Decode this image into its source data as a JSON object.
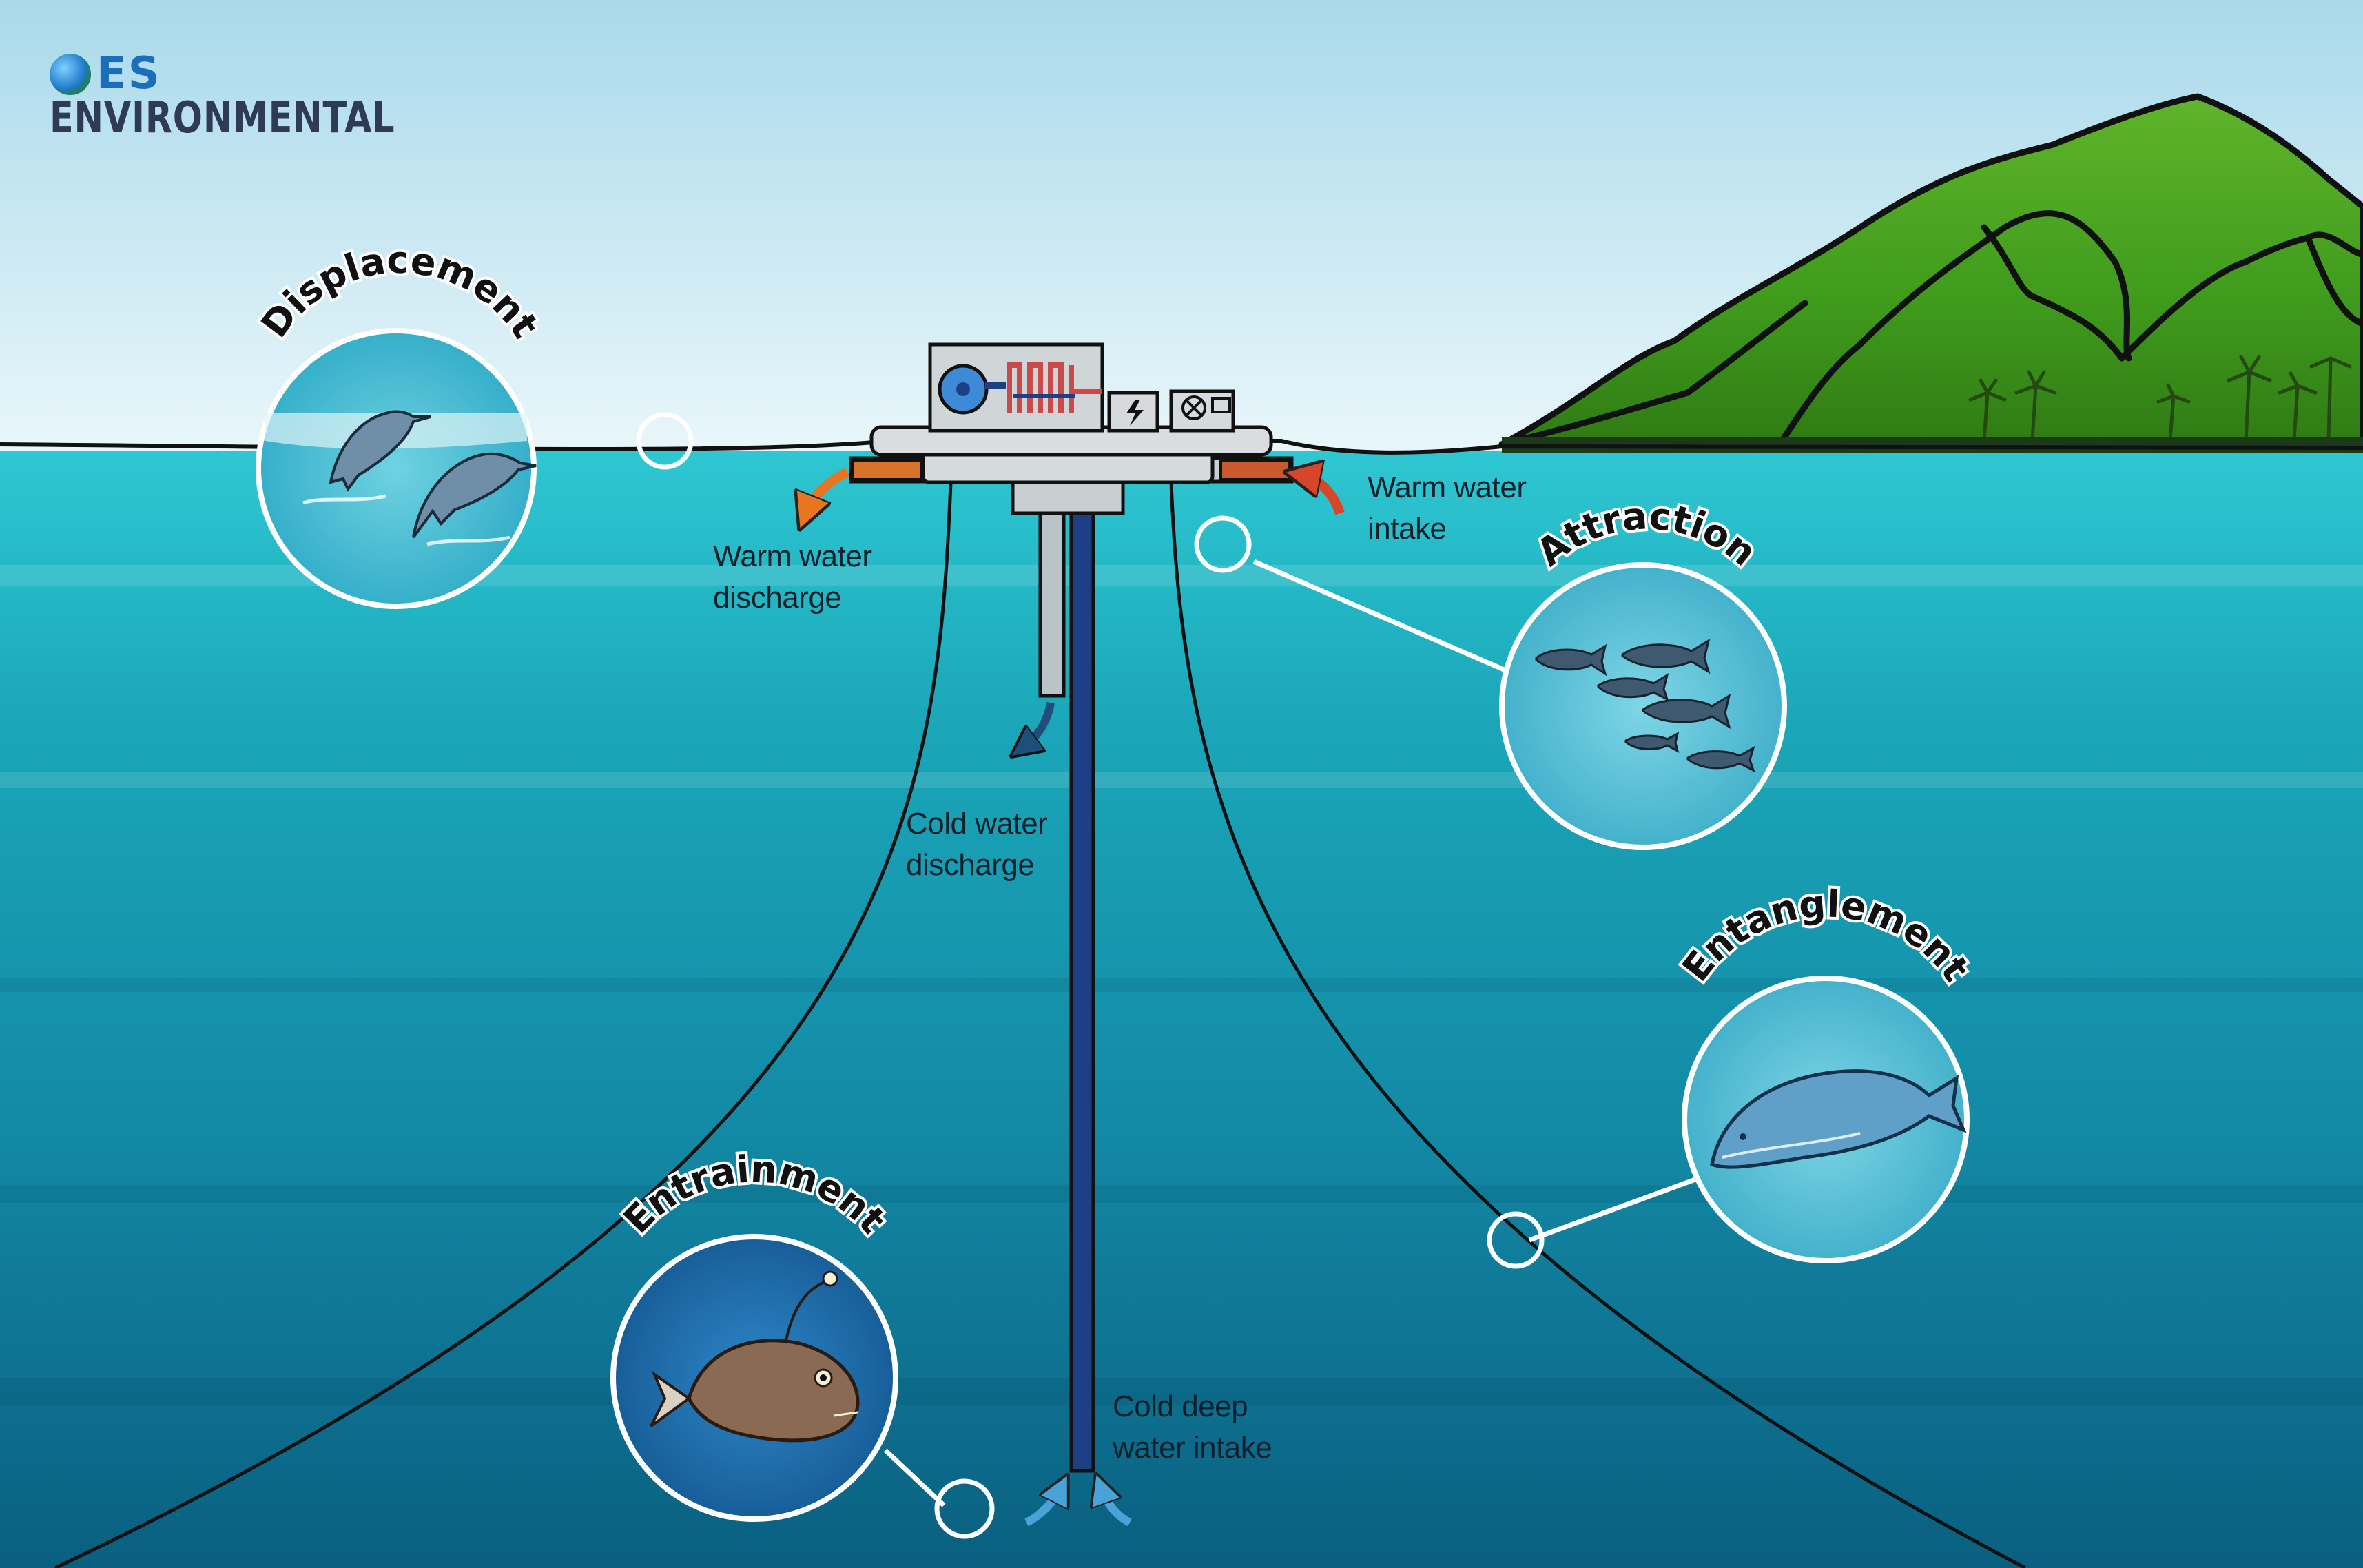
{
  "brand": {
    "logo_line1": "ES",
    "logo_line2": "ENVIRONMENTAL"
  },
  "impacts": {
    "displacement": "Displacement",
    "attraction": "Attraction",
    "entanglement": "Entanglement",
    "entrainment": "Entrainment"
  },
  "flows": {
    "warm_discharge": "Warm water\ndischarge",
    "warm_intake": "Warm water\nintake",
    "cold_discharge": "Cold water\ndischarge",
    "cold_intake": "Cold deep\nwater intake"
  },
  "colors": {
    "sky_top": "#a9d9ea",
    "sky_bottom": "#e8f6fa",
    "sea_surface": "#2ec7d2",
    "sea_deep": "#0a5f80",
    "island_green": "#4fa71f",
    "pipe_blue": "#1d3f86",
    "arrow_warm": "#e8751f",
    "arrow_cold": "#4aa3d8"
  }
}
